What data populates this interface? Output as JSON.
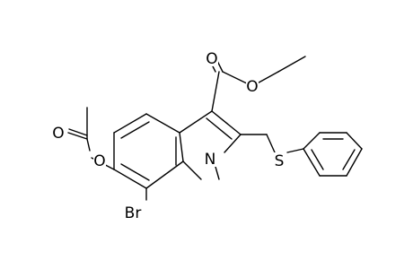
{
  "atoms": {
    "o_carbonyl_ester": "O",
    "o_ether_ester": "O",
    "o_carbonyl_acetyl": "O",
    "o_acetoxy": "O",
    "n_indole": "N",
    "s_thioether": "S",
    "br": "Br"
  },
  "colors": {
    "bond": "#000000",
    "background": "#ffffff"
  }
}
